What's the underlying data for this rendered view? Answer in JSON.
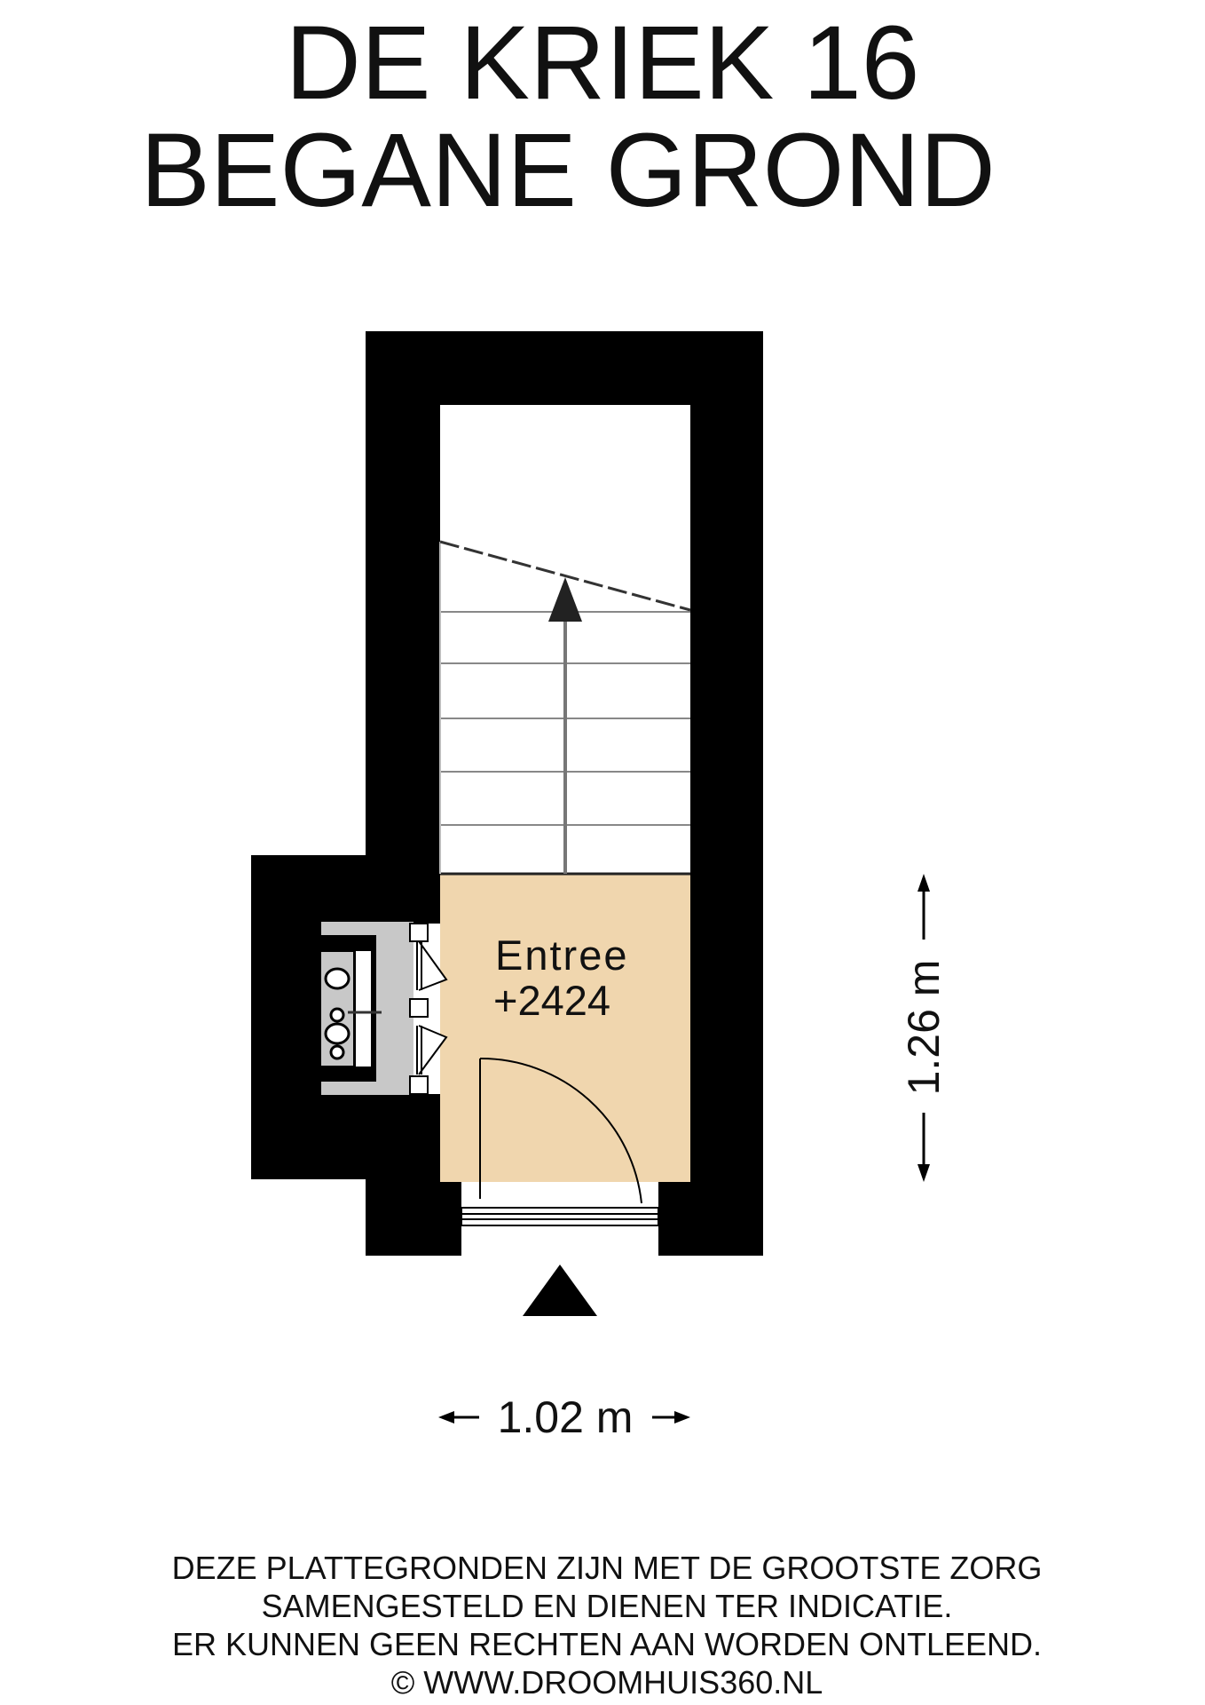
{
  "title": {
    "line1": "DE KRIEK 16",
    "line2": "BEGANE GROND"
  },
  "room": {
    "name": "Entree",
    "level": "+2424",
    "fill_color": "#f0d6ae"
  },
  "dimensions": {
    "width": "1.02 m",
    "depth": "1.26 m"
  },
  "disclaimer": {
    "line1": "DEZE PLATTEGRONDEN ZIJN MET DE GROOTSTE ZORG",
    "line2": "SAMENGESTELD EN DIENEN TER INDICATIE.",
    "line3": "ER KUNNEN GEEN RECHTEN AAN WORDEN ONTLEEND.",
    "line4": "© WWW.DROOMHUIS360.NL"
  },
  "colors": {
    "wall": "#000000",
    "meter_cabinet": "#c8c8c8"
  }
}
